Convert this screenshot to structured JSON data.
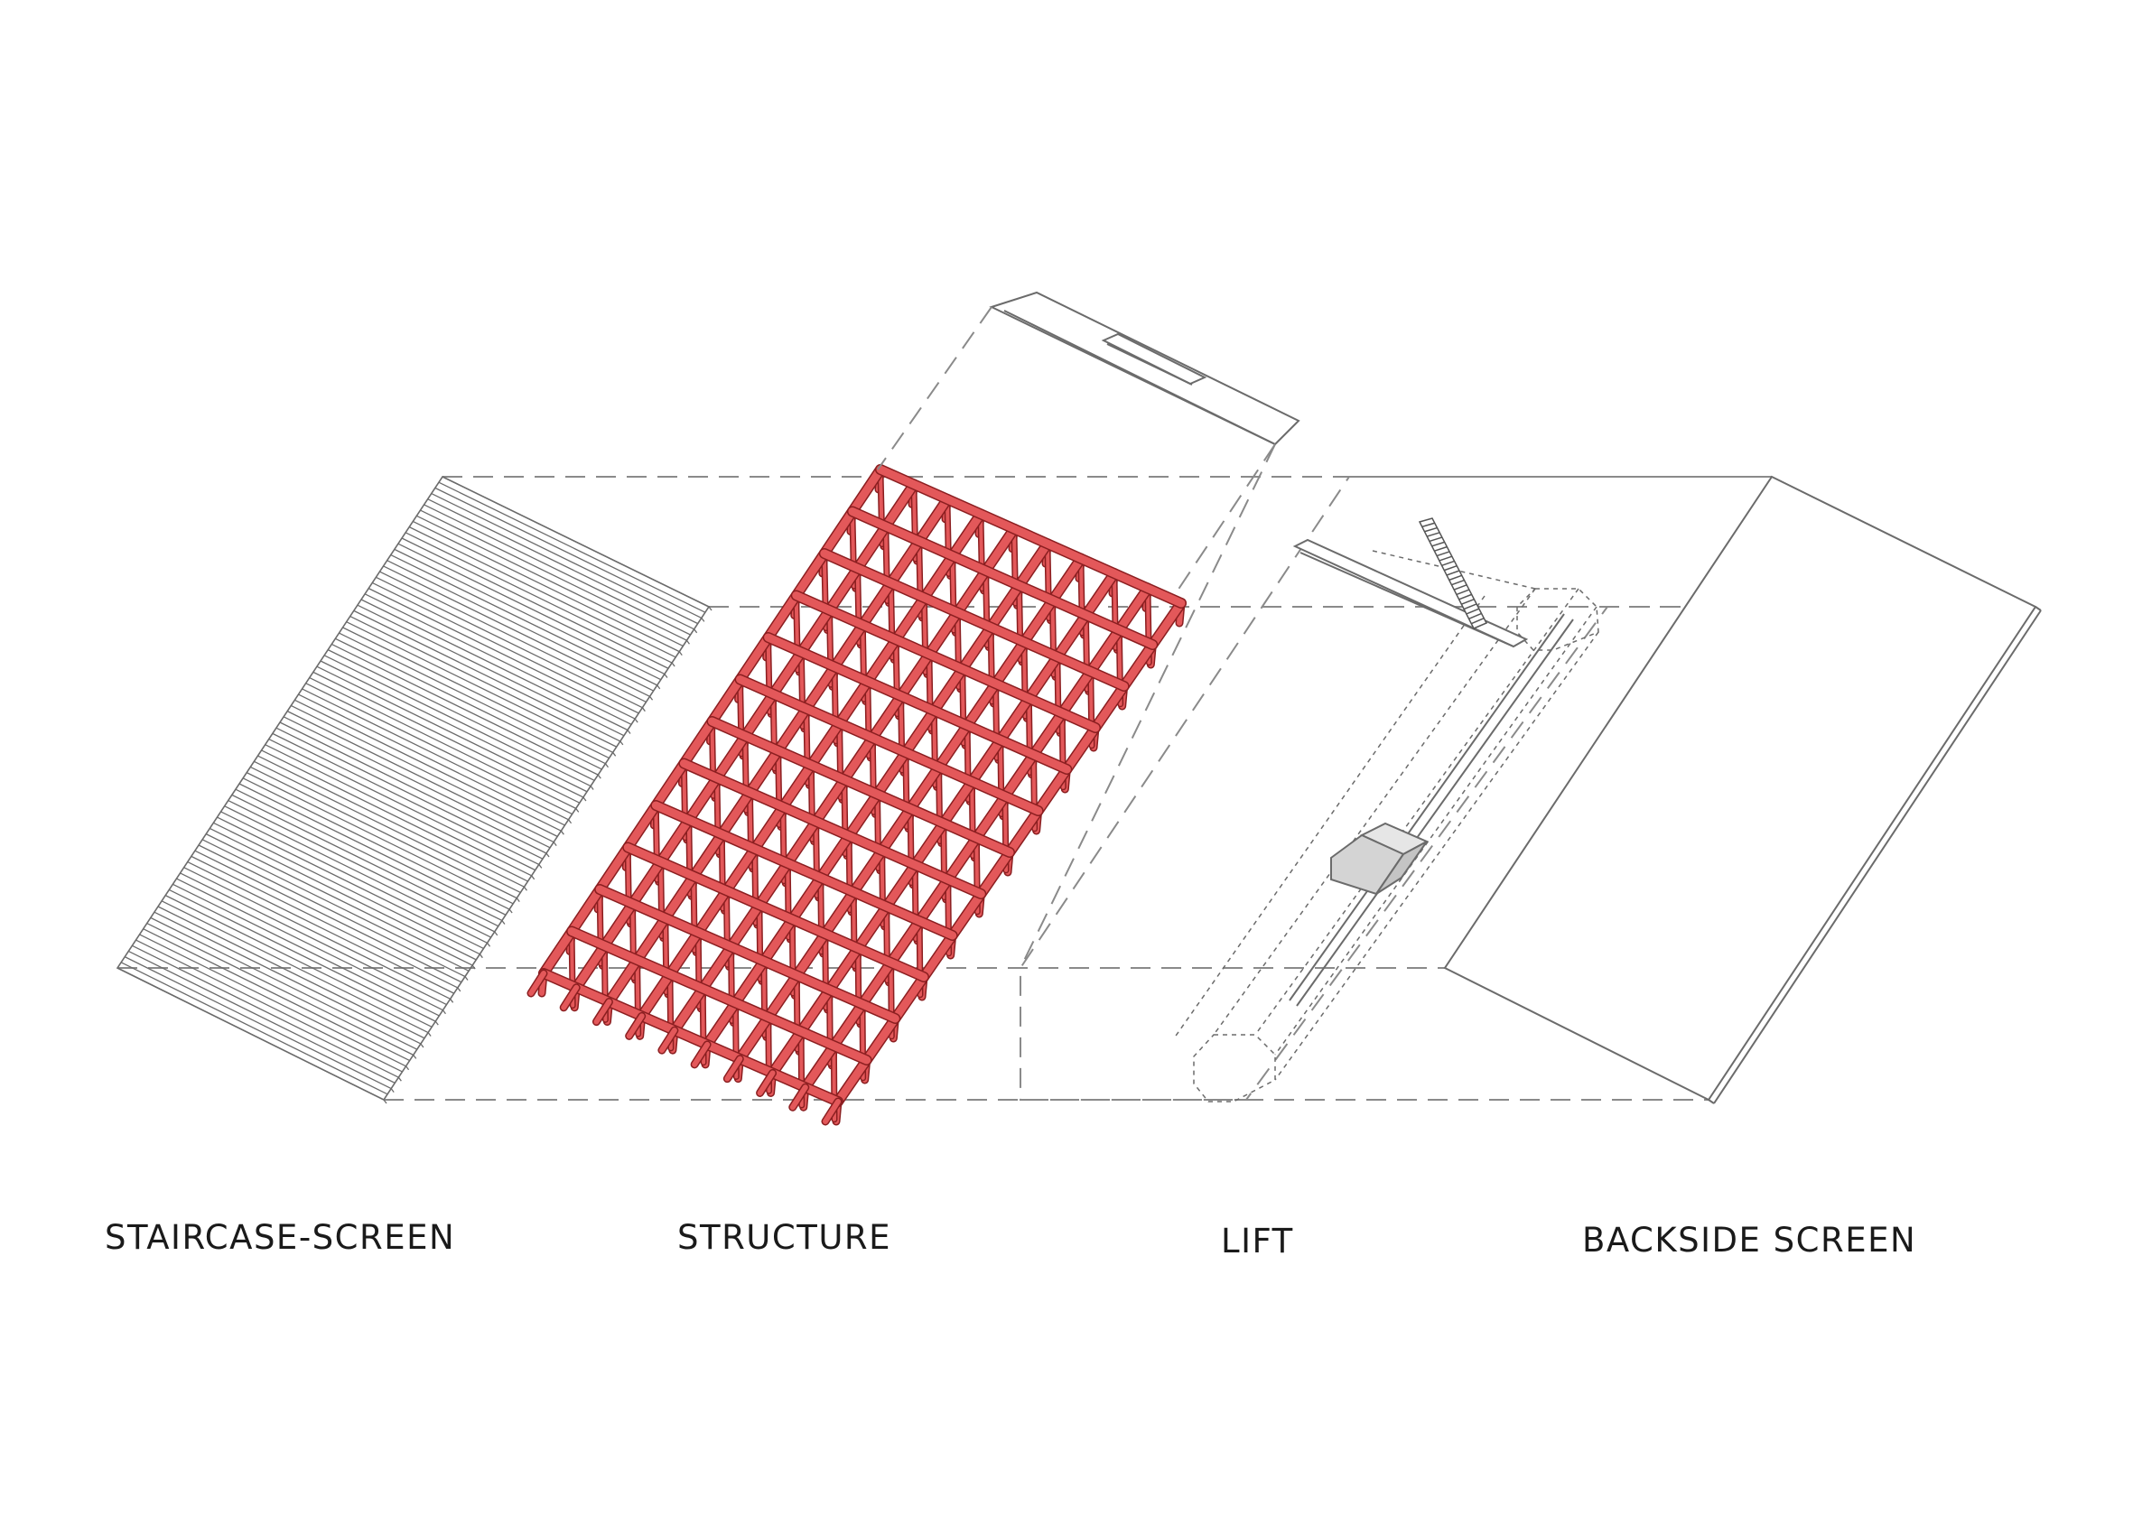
{
  "labels": {
    "staircase_screen": "STAIRCASE-SCREEN",
    "structure": "STRUCTURE",
    "lift": "LIFT",
    "backside_screen": "BACKSIDE SCREEN"
  },
  "colors": {
    "line": "#6b6b6b",
    "dashed": "#8a8a8a",
    "structure_fill": "#e3585a",
    "structure_stroke": "#8b1e20",
    "lift_car_fill": "#d6d6d6"
  },
  "structure_grid": {
    "columns": 9,
    "rows": 12
  },
  "staircase_steps": 88
}
